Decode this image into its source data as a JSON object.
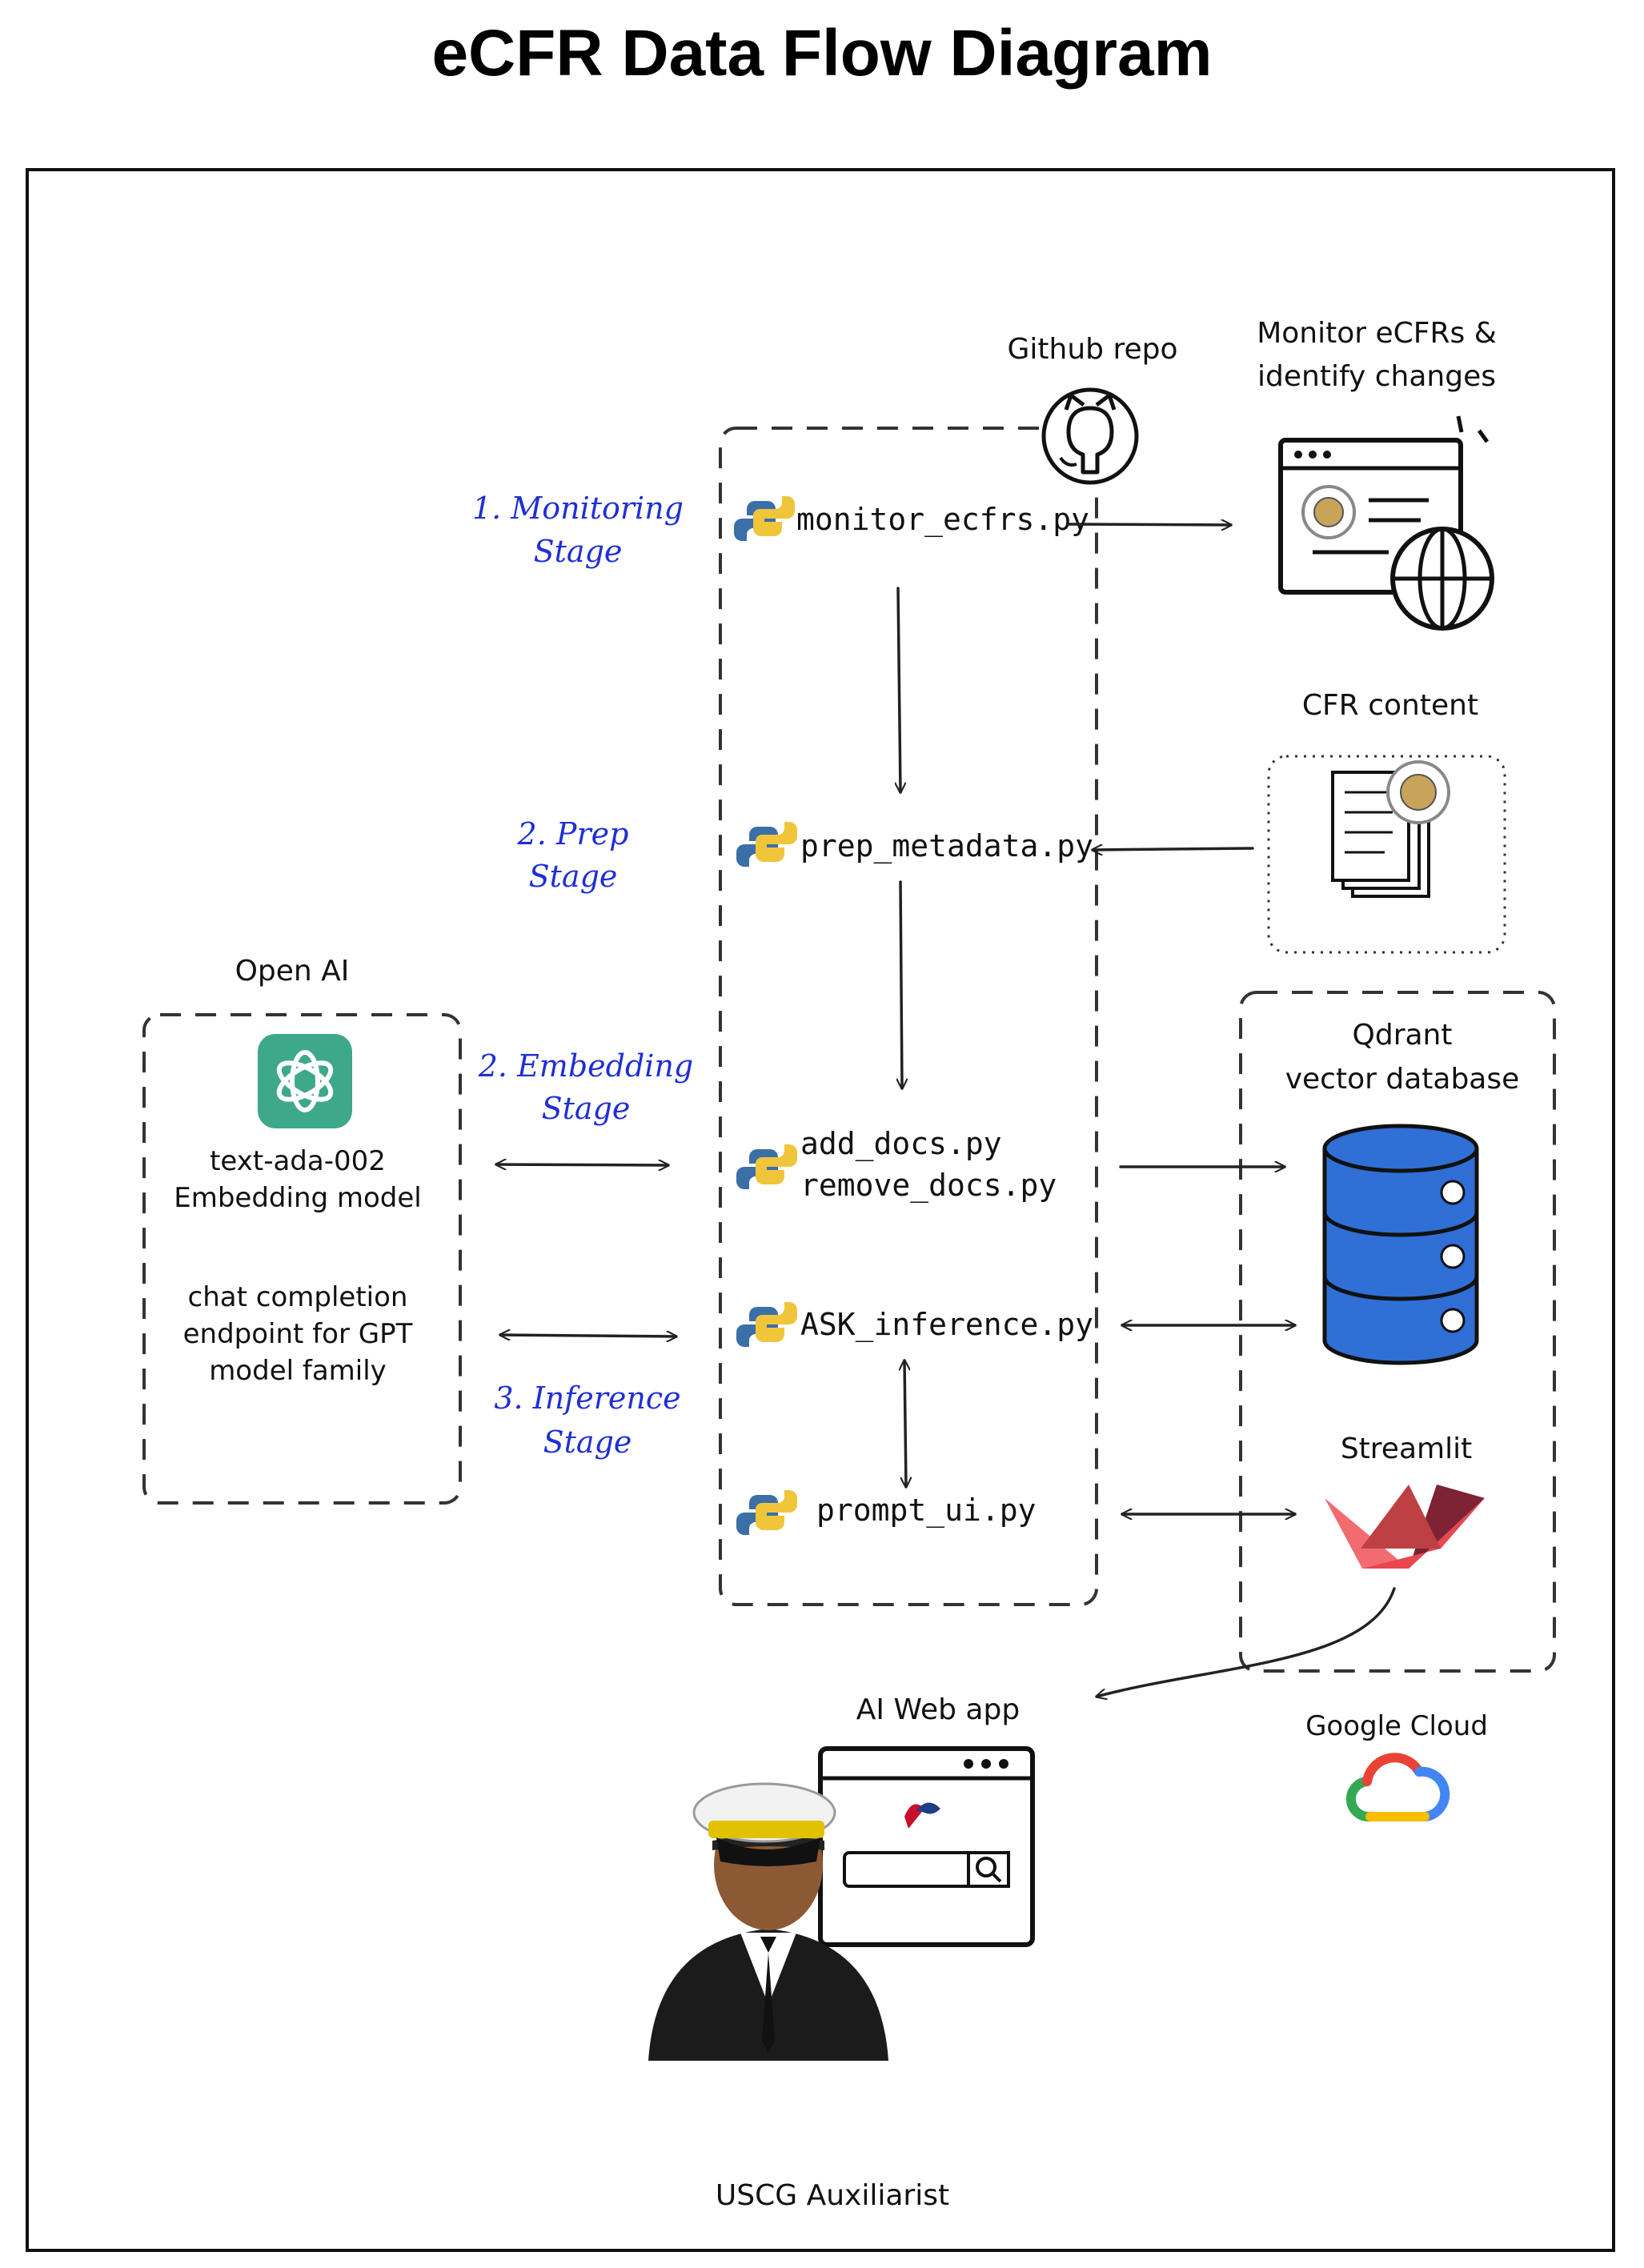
{
  "title": "eCFR Data Flow Diagram",
  "stages": {
    "monitoring": [
      "1. Monitoring",
      "Stage"
    ],
    "prep": [
      "2. Prep",
      "Stage"
    ],
    "embedding": [
      "2. Embedding",
      "Stage"
    ],
    "inference": [
      "3. Inference",
      "Stage"
    ]
  },
  "scripts": {
    "monitor": "monitor_ecfrs.py",
    "prep": "prep_metadata.py",
    "add_docs": "add_docs.py",
    "remove_docs": "remove_docs.py",
    "ask": "ASK_inference.py",
    "prompt_ui": "prompt_ui.py"
  },
  "github": {
    "label": "Github repo",
    "icon": "github-icon"
  },
  "monitor_target": {
    "label_line1": "Monitor eCFRs &",
    "label_line2": "identify changes",
    "icon": "browser-globe-icon"
  },
  "cfr_content": {
    "label": "CFR content",
    "icon": "documents-seal-icon"
  },
  "openai": {
    "label": "Open AI",
    "icon": "openai-icon",
    "brand_color": "#3ea88a",
    "embedding_line1": "text-ada-002",
    "embedding_line2": "Embedding model",
    "chat_line1": "chat completion",
    "chat_line2": "endpoint for GPT",
    "chat_line3": "model family"
  },
  "qdrant": {
    "label_line1": "Qdrant",
    "label_line2": "vector database",
    "icon": "database-icon",
    "color": "#2f6fd6"
  },
  "streamlit": {
    "label": "Streamlit",
    "icon": "streamlit-icon",
    "color": "#e8474f"
  },
  "google_cloud": {
    "label": "Google Cloud",
    "icon": "google-cloud-icon"
  },
  "web_app": {
    "label": "AI Web app",
    "icon": "search-browser-icon"
  },
  "user": {
    "label": "USCG Auxiliarist",
    "icon": "officer-avatar-icon"
  },
  "colors": {
    "stage_text": "#1f2fd6",
    "python_blue": "#3b6fa8",
    "python_yellow": "#f0c53a"
  }
}
